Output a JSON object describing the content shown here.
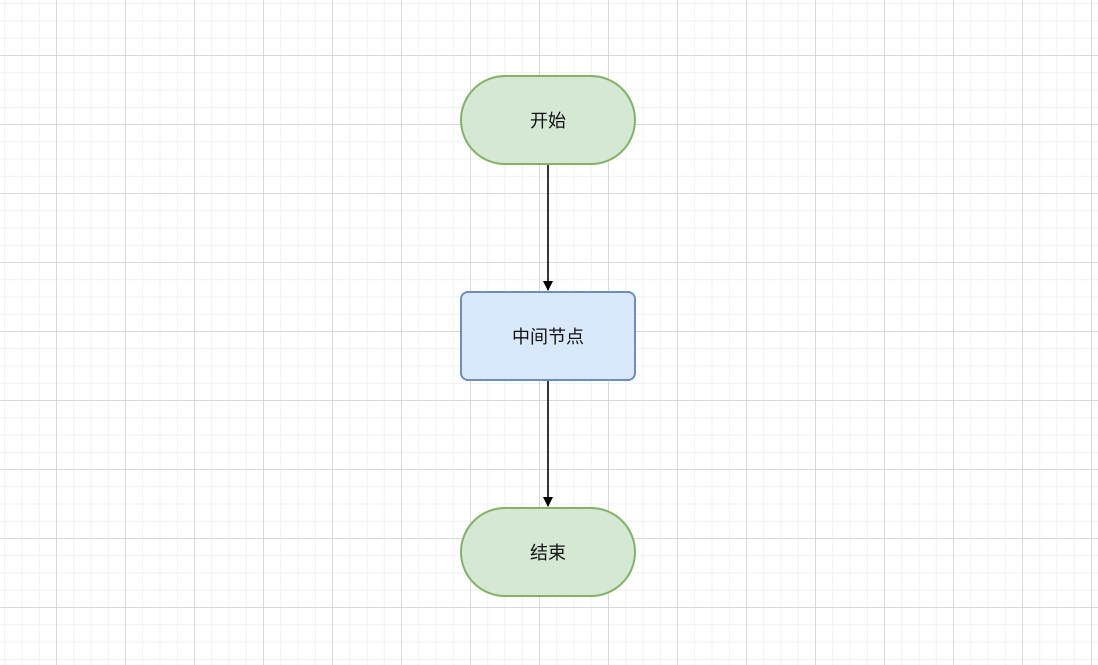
{
  "diagram": {
    "nodes": [
      {
        "id": "start",
        "label": "开始",
        "shape": "terminal"
      },
      {
        "id": "middle",
        "label": "中间节点",
        "shape": "process"
      },
      {
        "id": "end",
        "label": "结束",
        "shape": "terminal"
      }
    ],
    "edges": [
      {
        "from": "start",
        "to": "middle"
      },
      {
        "from": "middle",
        "to": "end"
      }
    ],
    "colors": {
      "terminal_fill": "#d5e8d4",
      "terminal_stroke": "#82b366",
      "process_fill": "#dae8fc",
      "process_stroke": "#6c8ebf",
      "edge": "#000000",
      "grid": "#d9d9d9"
    }
  }
}
